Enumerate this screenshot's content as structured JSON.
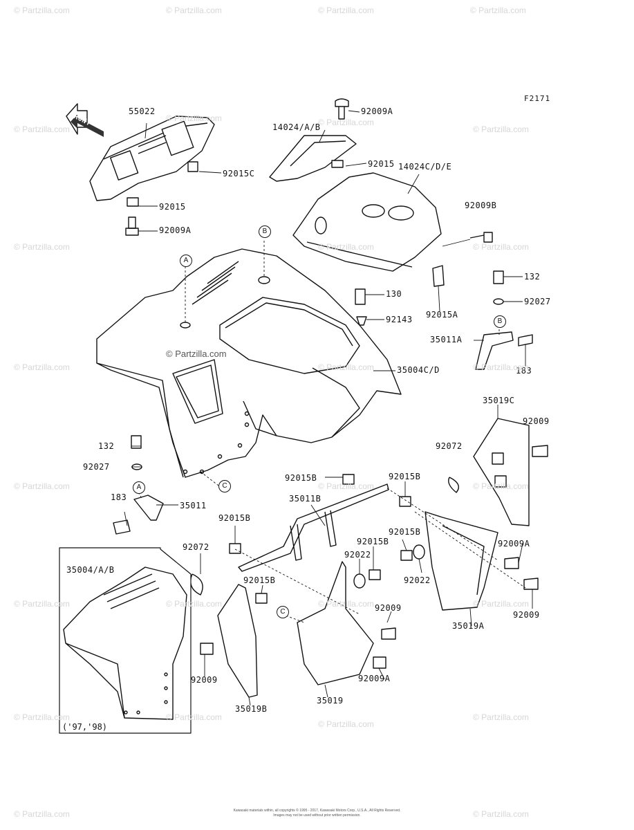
{
  "figure_id": "F2171",
  "front_label": "FRONT",
  "inset_note": "('97,'98)",
  "watermark": "© Partzilla.com",
  "copyright_line1": "Kawasaki materials within, all copyrights © 1995 - 2017, Kawasaki Motors Corp., U.S.A., All Rights Reserved.",
  "copyright_line2": "Images may not be used without prior written permission.",
  "callouts": {
    "a": "A",
    "b": "B",
    "c": "C"
  },
  "parts": [
    "55022",
    "92015C",
    "92015",
    "92009A",
    "14024/A/B",
    "92009A",
    "92015",
    "14024C/D/E",
    "92009B",
    "132",
    "92027",
    "130",
    "92143",
    "92015A",
    "35011A",
    "183",
    "35004C/D",
    "35019C",
    "92009",
    "92072",
    "132",
    "92027",
    "183",
    "35011",
    "92015B",
    "92015B",
    "35011B",
    "92015B",
    "92015B",
    "92022",
    "92015B",
    "92022",
    "92009A",
    "92072",
    "35004/A/B",
    "92015B",
    "92009",
    "92009",
    "35019A",
    "92009",
    "92009A",
    "35019",
    "35019B"
  ]
}
